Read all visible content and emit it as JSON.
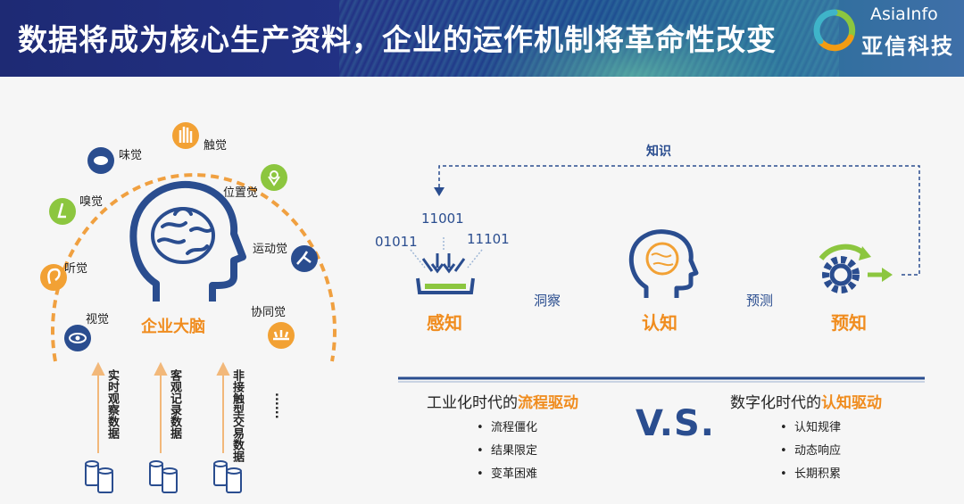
{
  "header": {
    "title": "数据将成为核心生产资料，企业的运作机制将革命性改变",
    "logo_en": "AsiaInfo",
    "logo_cn": "亚信科技"
  },
  "brain": {
    "label": "企业大脑",
    "senses": [
      "触觉",
      "味觉",
      "位置觉",
      "嗅觉",
      "运动觉",
      "听觉",
      "协同觉",
      "视觉"
    ],
    "data_sources": [
      "实时观察数据",
      "客观记录数据",
      "非接触型交易数据"
    ],
    "ellipsis": "......"
  },
  "flow": {
    "feedback_label": "知识",
    "binary": [
      "11001",
      "01011",
      "11101"
    ],
    "stages": [
      "感知",
      "认知",
      "预知"
    ],
    "arrows": [
      "洞察",
      "预测"
    ]
  },
  "comparison": {
    "left_prefix": "工业化时代的",
    "left_highlight": "流程驱动",
    "left_items": [
      "流程僵化",
      "结果限定",
      "变革困难"
    ],
    "vs": "V.S.",
    "right_prefix": "数字化时代的",
    "right_highlight": "认知驱动",
    "right_items": [
      "认知规律",
      "动态响应",
      "长期积累"
    ]
  },
  "colors": {
    "orange": "#f08c1e",
    "navy": "#2a4d8f",
    "header": "#223286"
  }
}
